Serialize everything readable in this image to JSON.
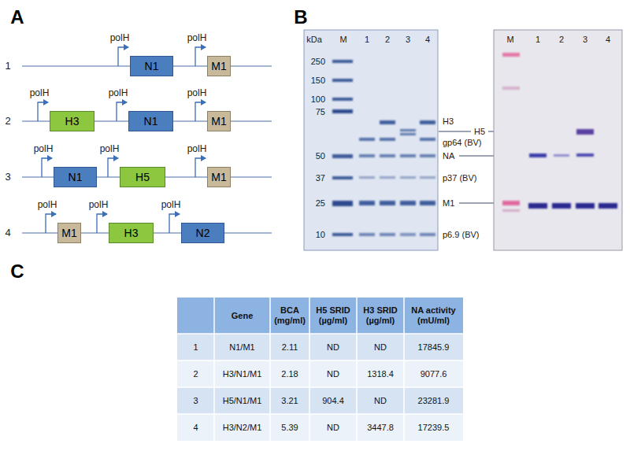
{
  "diagram": {
    "nodes": [
      {
        "text": [
          "N1"
        ]
      },
      {
        "text": [
          "M1"
        ]
      },
      {
        "text": [
          "H3"
        ]
      },
      {
        "text": [
          "N1"
        ]
      },
      {
        "text": [
          "M1"
        ]
      },
      {
        "text": [
          "N1"
        ]
      },
      {
        "text": [
          "H5"
        ]
      },
      {
        "text": [
          "M1"
        ]
      },
      {
        "text": [
          "M1"
        ]
      },
      {
        "text": [
          "H3"
        ]
      },
      {
        "text": [
          "N2"
        ]
      }
    ],
    "labels": [
      "A",
      "1",
      "2",
      "3",
      "4",
      "polH",
      "polH",
      "polH",
      "polH",
      "polH",
      "polH",
      "polH",
      "polH",
      "polH",
      "polH",
      "polH",
      "B",
      "kDa",
      "M",
      "1",
      "2",
      "3",
      "4",
      "250",
      "150",
      "100",
      "75",
      "50",
      "37",
      "25",
      "10",
      "H3",
      "H5",
      "gp64 (BV)",
      "NA",
      "p37 (BV)",
      "M1",
      "p6.9 (BV)",
      "M",
      "1",
      "2",
      "3",
      "4",
      "C",
      "Gene",
      "BCA (mg/ml)",
      "H5 SRID (µg/ml)",
      "H3 SRID (µg/ml)",
      "NA activity (mU/ml)",
      "1",
      "N1/M1",
      "2.11",
      "ND",
      "ND",
      "17845.9",
      "2",
      "H3/N1/M1",
      "2.18",
      "ND",
      "1318.4",
      "9077.6",
      "3",
      "H5/N1/M1",
      "3.21",
      "904.4",
      "ND",
      "23281.9",
      "4",
      "H3/N2/M1",
      "5.39",
      "ND",
      "3447.8",
      "17239.5"
    ]
  }
}
